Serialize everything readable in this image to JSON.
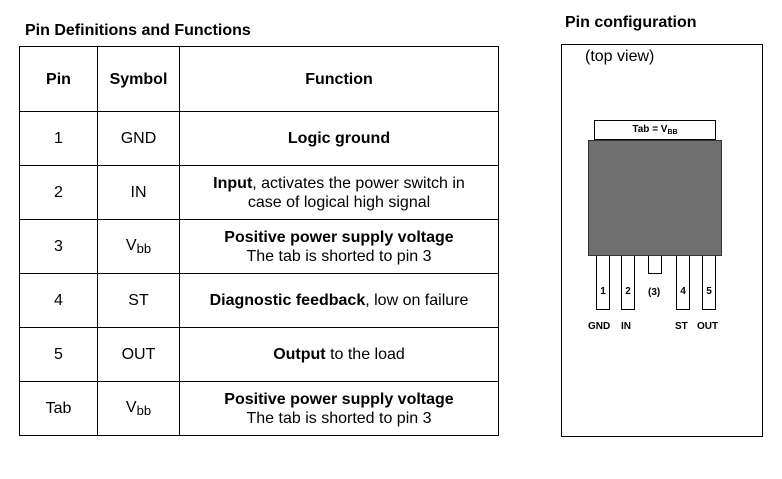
{
  "left_heading": "Pin Definitions and Functions",
  "right_heading": "Pin configuration",
  "table": {
    "headers": {
      "pin": "Pin",
      "symbol": "Symbol",
      "function": "Function"
    },
    "rows": [
      {
        "pin": "1",
        "symbol": "GND",
        "function_bold": "Logic ground",
        "function_rest": "",
        "function_line2": ""
      },
      {
        "pin": "2",
        "symbol": "IN",
        "function_bold": "Input",
        "function_rest": ", activates the power switch in",
        "function_line2": "case of logical high signal"
      },
      {
        "pin": "3",
        "symbol_main": "V",
        "symbol_sub": "bb",
        "function_bold": "Positive power supply voltage",
        "function_rest": "",
        "function_line2": "The tab is shorted to pin 3"
      },
      {
        "pin": "4",
        "symbol": "ST",
        "function_bold": "Diagnostic feedback",
        "function_rest": ", low on failure",
        "function_line2": ""
      },
      {
        "pin": "5",
        "symbol": "OUT",
        "function_bold": "Output",
        "function_rest": " to the load",
        "function_line2": ""
      },
      {
        "pin": "Tab",
        "symbol_main": "V",
        "symbol_sub": "bb",
        "function_bold": "Positive power supply voltage",
        "function_rest": "",
        "function_line2": "The tab is shorted to pin 3"
      }
    ]
  },
  "config": {
    "view_label": "(top view)",
    "tab_label_main": "Tab = V",
    "tab_label_sub": "BB",
    "pins": {
      "p1": "1",
      "p2": "2",
      "p3": "(3)",
      "p4": "4",
      "p5": "5"
    },
    "names": {
      "gnd": "GND",
      "in": "IN",
      "st": "ST",
      "out": "OUT"
    },
    "colors": {
      "package_body": "#6f6f6f"
    }
  }
}
